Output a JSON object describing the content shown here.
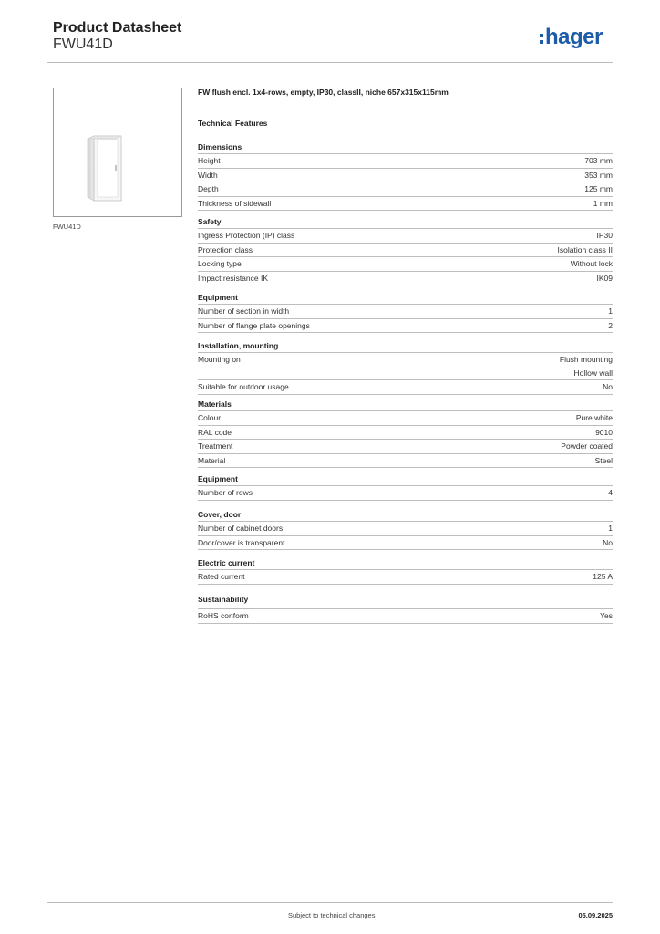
{
  "header": {
    "title": "Product Datasheet",
    "product_code": "FWU41D",
    "brand": "hager",
    "brand_color": "#1d5da8"
  },
  "image_caption": "FWU41D",
  "product_title": "FW flush encl. 1x4-rows, empty, IP30, classII, niche 657x315x115mm",
  "features_heading": "Technical Features",
  "sections": [
    {
      "title": "Dimensions",
      "rows": [
        {
          "label": "Height",
          "value": "703 mm"
        },
        {
          "label": "Width",
          "value": "353 mm"
        },
        {
          "label": "Depth",
          "value": "125 mm"
        },
        {
          "label": "Thickness of sidewall",
          "value": "1 mm"
        }
      ]
    },
    {
      "title": "Safety",
      "rows": [
        {
          "label": "Ingress Protection (IP) class",
          "value": "IP30"
        },
        {
          "label": "Protection class",
          "value": "Isolation class II"
        },
        {
          "label": "Locking type",
          "value": "Without lock"
        },
        {
          "label": "Impact resistance IK",
          "value": "IK09"
        }
      ]
    },
    {
      "title": "Equipment",
      "rows": [
        {
          "label": "Number of section in width",
          "value": "1"
        },
        {
          "label": "Number of flange plate openings",
          "value": "2"
        }
      ]
    },
    {
      "title": "Installation, mounting",
      "rows": [
        {
          "label": "Mounting on",
          "value": "Flush mounting",
          "value2": "Hollow wall"
        },
        {
          "label": "Suitable for outdoor usage",
          "value": "No"
        }
      ]
    },
    {
      "title": "Materials",
      "rows": [
        {
          "label": "Colour",
          "value": "Pure white"
        },
        {
          "label": "RAL code",
          "value": "9010"
        },
        {
          "label": "Treatment",
          "value": "Powder coated"
        },
        {
          "label": "Material",
          "value": "Steel"
        }
      ]
    },
    {
      "title": "Equipment",
      "rows": [
        {
          "label": "Number of rows",
          "value": "4"
        }
      ]
    },
    {
      "title": "Cover, door",
      "rows": [
        {
          "label": "Number of cabinet doors",
          "value": "1"
        },
        {
          "label": "Door/cover is transparent",
          "value": "No"
        }
      ]
    },
    {
      "title": "Electric current",
      "rows": [
        {
          "label": "Rated current",
          "value": "125 A"
        }
      ]
    },
    {
      "title": "Sustainability",
      "rows": [
        {
          "label": "RoHS conform",
          "value": "Yes"
        }
      ]
    }
  ],
  "footer": {
    "note": "Subject to technical changes",
    "date": "05.09.2025"
  }
}
